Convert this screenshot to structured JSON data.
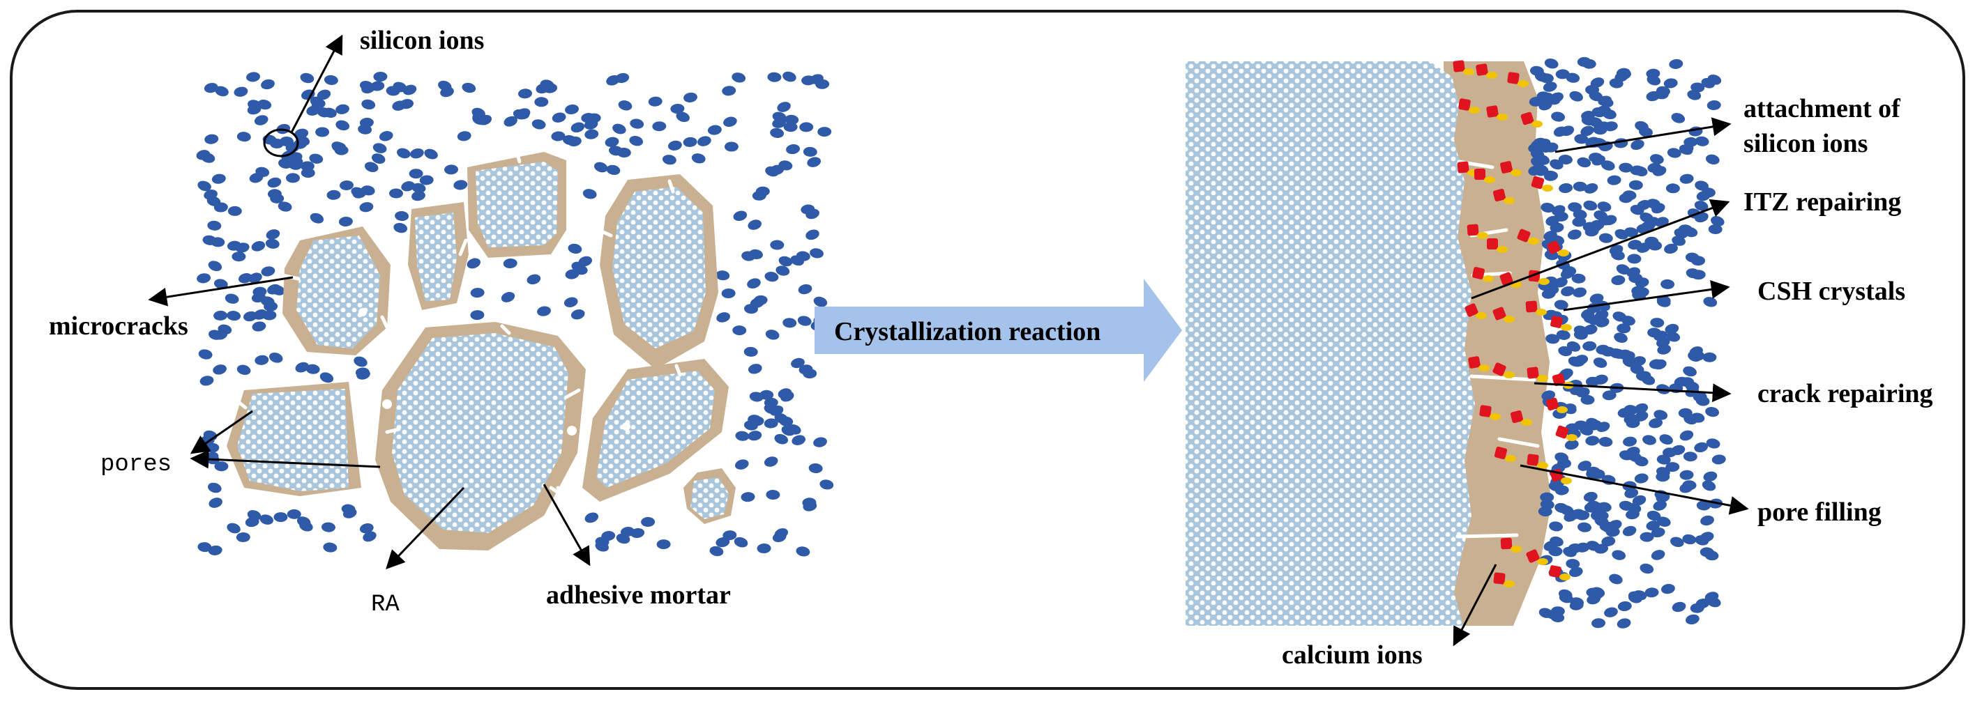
{
  "colors": {
    "frame": "#1a1a1a",
    "ion": "#2e5aa8",
    "aggregate_fill": "#a9c6dc",
    "aggregate_dot": "#ffffff",
    "mortar": "#c8b090",
    "arrow_fill": "#a4c2ea",
    "csh_red": "#e0141e",
    "calcium_yellow": "#f2c400"
  },
  "left_panel": {
    "labels": {
      "silicon_ions": "silicon ions",
      "microcracks": "microcracks",
      "pores": "pores",
      "ra": "RA",
      "adhesive_mortar": "adhesive mortar"
    }
  },
  "process": {
    "label": "Crystallization reaction"
  },
  "right_panel": {
    "labels": {
      "attachment_line1": "attachment of",
      "attachment_line2": "silicon ions",
      "itz_repairing": "ITZ repairing",
      "csh_crystals": "CSH crystals",
      "crack_repairing": "crack repairing",
      "pore_filling": "pore filling",
      "calcium_ions": "calcium ions"
    }
  }
}
